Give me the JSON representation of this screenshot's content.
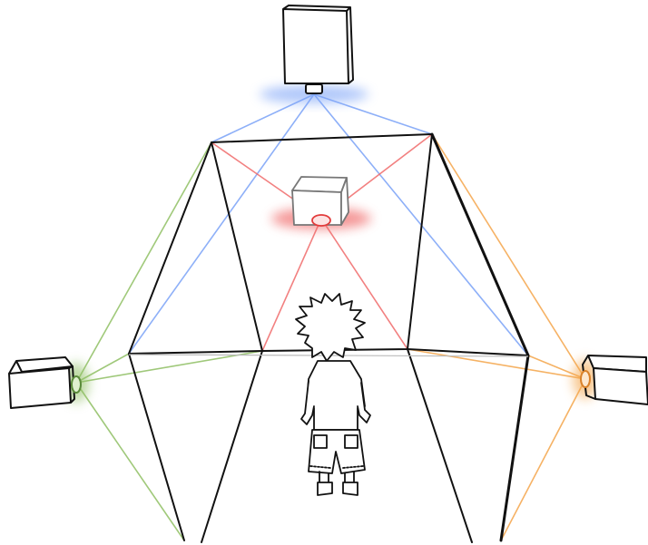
{
  "colors": {
    "background": "#ffffff",
    "outline": "#111111",
    "top_projector_beam": "#7aa2f7",
    "back_projector_beam": "#f06a6a",
    "left_projector_beam": "#8fbf63",
    "right_projector_beam": "#f4a54a",
    "floor_line": "#bbbbbb"
  },
  "diagram": {
    "kind": "illustration",
    "elements": [
      "top-projector-icon",
      "back-projector-icon",
      "left-projector-icon",
      "right-projector-icon",
      "cave-room-outline",
      "person-figure"
    ]
  }
}
